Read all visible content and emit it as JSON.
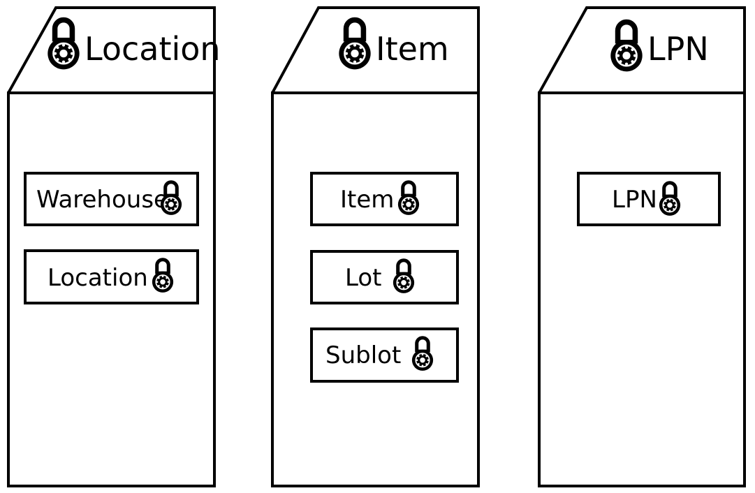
{
  "diagram": {
    "type": "grouped-attribute-boxes",
    "background_color": "#ffffff",
    "line_color": "#000000",
    "text_color": "#000000",
    "icon_name": "combination-padlock-icon",
    "groups": [
      {
        "id": "location",
        "title": "Location",
        "title_icon": "combination-padlock-icon",
        "items": [
          {
            "id": "warehouse",
            "label": "Warehouse",
            "icon": "combination-padlock-icon"
          },
          {
            "id": "location",
            "label": "Location",
            "icon": "combination-padlock-icon"
          }
        ]
      },
      {
        "id": "item",
        "title": "Item",
        "title_icon": "combination-padlock-icon",
        "items": [
          {
            "id": "item",
            "label": "Item",
            "icon": "combination-padlock-icon"
          },
          {
            "id": "lot",
            "label": "Lot",
            "icon": "combination-padlock-icon"
          },
          {
            "id": "sublot",
            "label": "Sublot",
            "icon": "combination-padlock-icon"
          }
        ]
      },
      {
        "id": "lpn",
        "title": "LPN",
        "title_icon": "combination-padlock-icon",
        "items": [
          {
            "id": "lpn",
            "label": "LPN",
            "icon": "combination-padlock-icon"
          }
        ]
      }
    ]
  }
}
